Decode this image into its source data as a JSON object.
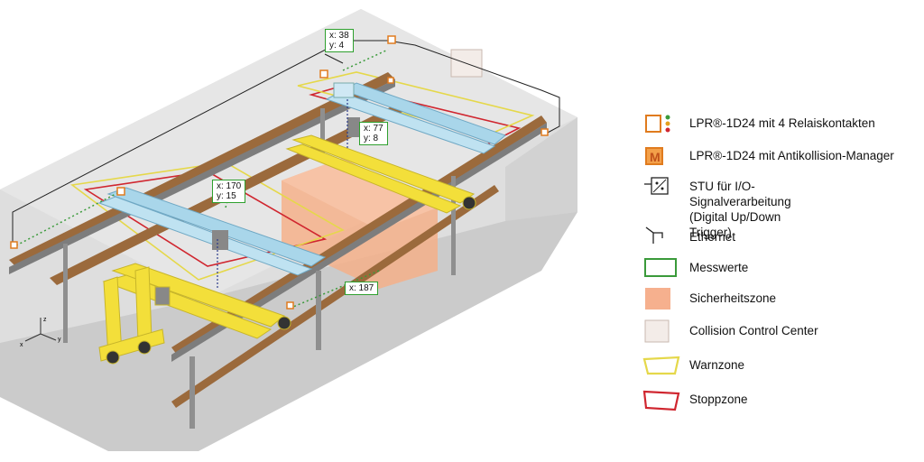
{
  "measurements": [
    {
      "id": "m1",
      "text": "x: 38\ny: 4"
    },
    {
      "id": "m2",
      "text": "x: 77\ny: 8"
    },
    {
      "id": "m3",
      "text": "x: 170\ny: 15"
    },
    {
      "id": "m4",
      "text": "x: 187"
    }
  ],
  "legend": [
    {
      "key": "lpr-relay",
      "text": "LPR®-1D24 mit 4 Relaiskontakten"
    },
    {
      "key": "lpr-anticollision",
      "text": "LPR®-1D24 mit Antikollision-Manager"
    },
    {
      "key": "stu",
      "text": "STU für I/O-Signalverarbeitung\n(Digital Up/Down Trigger)"
    },
    {
      "key": "ethernet",
      "text": "Ethernet"
    },
    {
      "key": "measured-values",
      "text": "Messwerte"
    },
    {
      "key": "safety-zone",
      "text": "Sicherheitszone"
    },
    {
      "key": "collision-control-center",
      "text": "Collision Control Center"
    },
    {
      "key": "warning-zone",
      "text": "Warnzone"
    },
    {
      "key": "stop-zone",
      "text": "Stoppzone"
    }
  ],
  "axes": {
    "z": "z",
    "y": "y",
    "x": "x"
  },
  "colors": {
    "wall": "#dcdcdc",
    "floor": "#cfcfcf",
    "rail": "#8a8a8a",
    "rail_top": "#9b6a3c",
    "crane_blue": "#a9d6ea",
    "crane_yellow": "#f3df3a",
    "safety": "#f3b594",
    "warn": "#e5d84a",
    "stop": "#d0262f",
    "green": "#3a9a3a",
    "orange": "#e07b1e"
  }
}
